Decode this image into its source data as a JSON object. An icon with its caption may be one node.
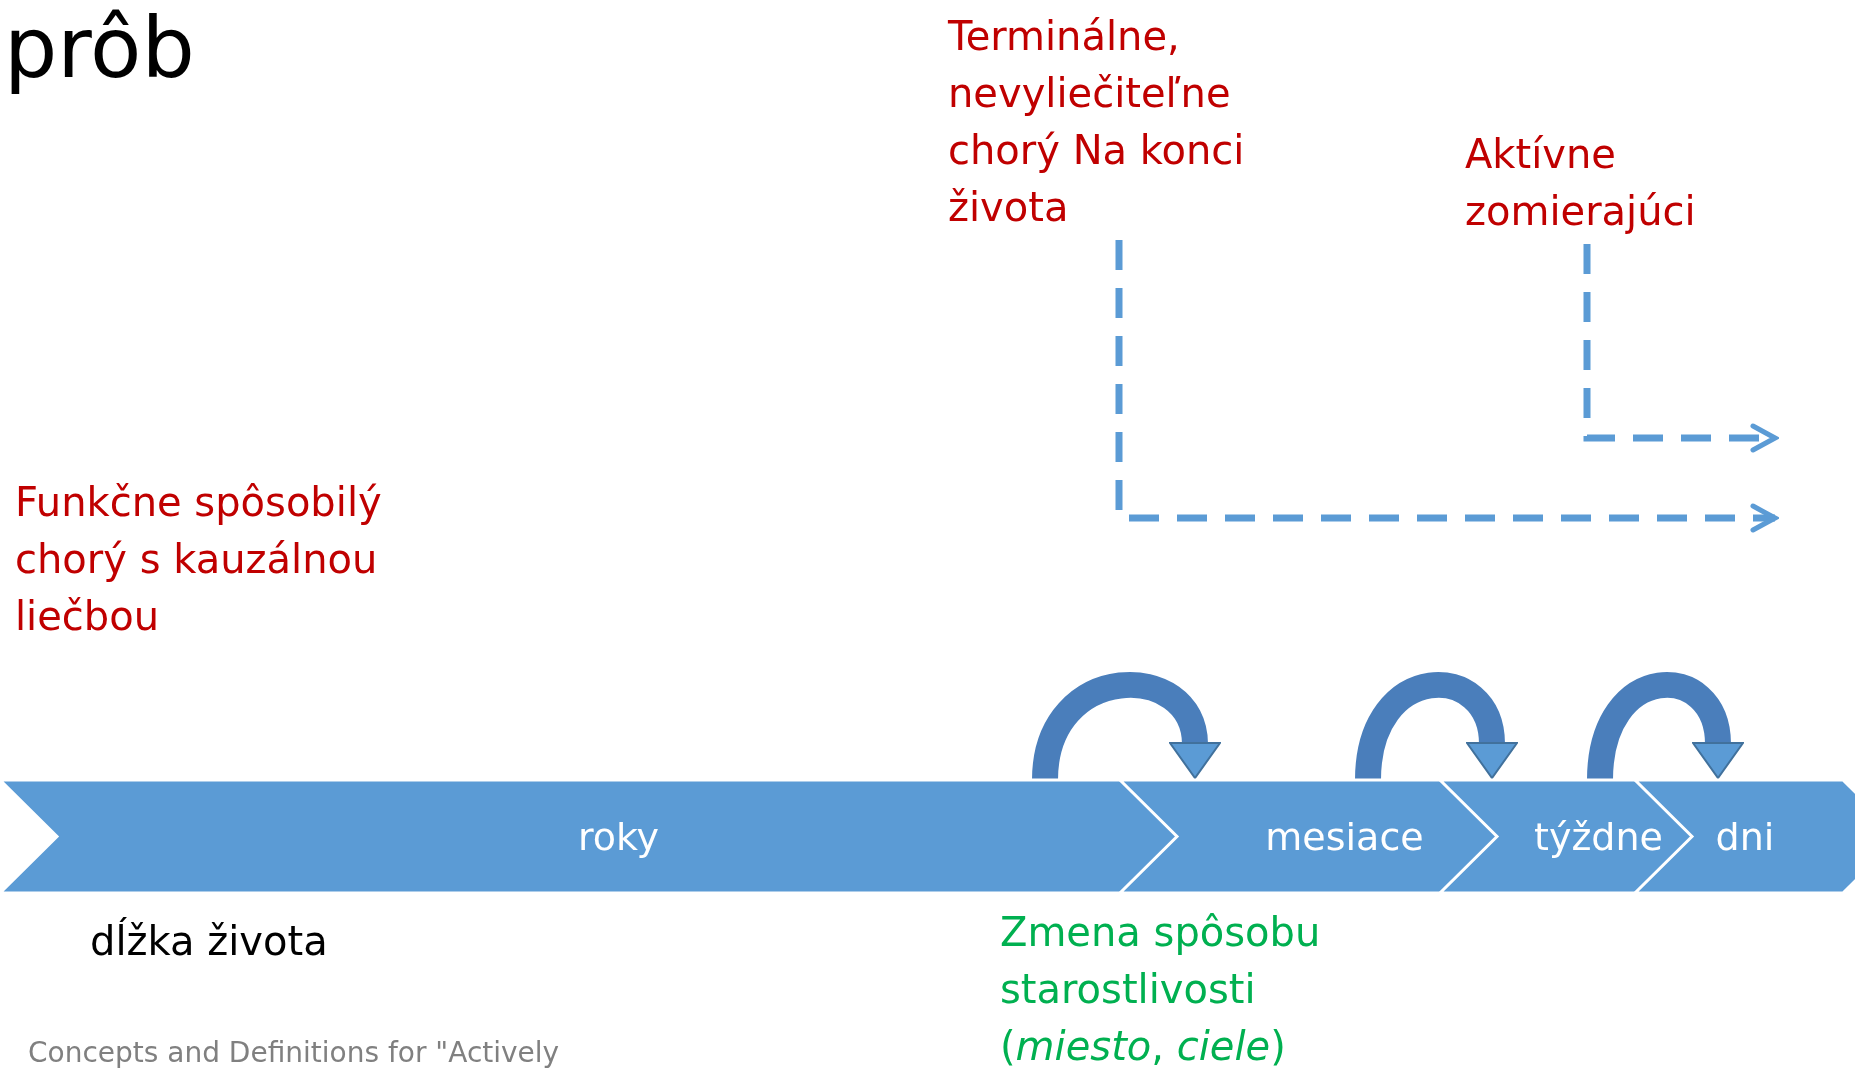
{
  "diagram": {
    "title": "prôb",
    "nodes": [
      {
        "text": [
          "Terminálne, nevyliečiteľne chorý Na konci života"
        ]
      },
      {
        "text": [
          "Aktívne zomierajúci"
        ]
      },
      {
        "text": [
          "roky"
        ]
      },
      {
        "text": [
          "mesiace"
        ]
      },
      {
        "text": [
          "týždne"
        ]
      },
      {
        "text": [
          "dni"
        ]
      }
    ],
    "edges": [
      {
        "from": 0,
        "to": null,
        "arrow": "to",
        "style": "dashed",
        "color": "#5b9bd5"
      },
      {
        "from": 1,
        "to": null,
        "arrow": "to",
        "style": "dashed",
        "color": "#5b9bd5"
      },
      {
        "from": 2,
        "to": 3,
        "arrow": "to"
      },
      {
        "from": 3,
        "to": 4,
        "arrow": "to"
      },
      {
        "from": 4,
        "to": 5,
        "arrow": "to"
      }
    ],
    "labels": [
      "Funkčne spôsobilý chorý s kauzálnou liečbou",
      "dĺžka života",
      "Zmena spôsobu starostlivosti (*miesto*, *ciele*)",
      "Concepts and Definitions for \"Actively"
    ]
  }
}
